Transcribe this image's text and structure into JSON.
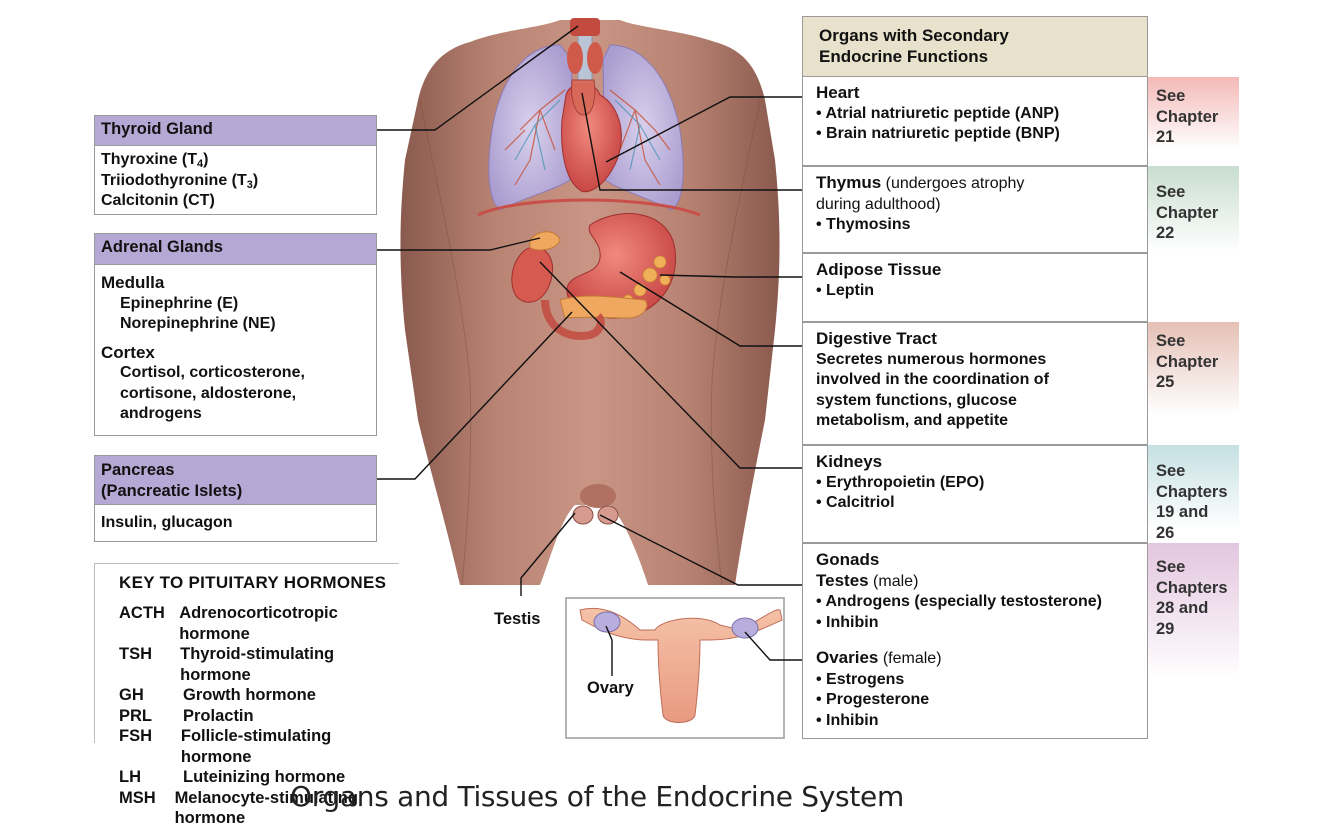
{
  "thyroid": {
    "title": "Thyroid Gland",
    "hormones": [
      {
        "name": "Thyroxine (T",
        "sub": "4",
        "end": ")"
      },
      {
        "name": "Triiodothyronine (T",
        "sub": "3",
        "end": ")"
      },
      {
        "name": "Calcitonin (CT)",
        "sub": "",
        "end": ""
      }
    ]
  },
  "adrenal": {
    "title": "Adrenal Glands",
    "medulla_label": "Medulla",
    "medulla": [
      "Epinephrine (E)",
      "Norepinephrine (NE)"
    ],
    "cortex_label": "Cortex",
    "cortex": [
      "Cortisol, corticosterone,",
      "cortisone, aldosterone,",
      "androgens"
    ]
  },
  "pancreas": {
    "title_line1": "Pancreas",
    "title_line2": "(Pancreatic Islets)",
    "hormones": "Insulin, glucagon"
  },
  "key": {
    "title": "KEY TO PITUITARY HORMONES",
    "items": [
      {
        "abbr": "ACTH",
        "name": "Adrenocorticotropic hormone"
      },
      {
        "abbr": "TSH",
        "name": "Thyroid-stimulating hormone"
      },
      {
        "abbr": "GH",
        "name": "Growth hormone"
      },
      {
        "abbr": "PRL",
        "name": "Prolactin"
      },
      {
        "abbr": "FSH",
        "name": "Follicle-stimulating hormone"
      },
      {
        "abbr": "LH",
        "name": "Luteinizing hormone"
      },
      {
        "abbr": "MSH",
        "name": "Melanocyte-stimulating hormone"
      }
    ]
  },
  "labels": {
    "testis": "Testis",
    "ovary": "Ovary"
  },
  "secondary": {
    "title_line1": "Organs with Secondary",
    "title_line2": "Endocrine Functions",
    "heart": {
      "title": "Heart",
      "items": [
        "• Atrial natriuretic peptide (ANP)",
        "• Brain natriuretic peptide (BNP)"
      ]
    },
    "thymus": {
      "title": "Thymus",
      "paren": " (undergoes atrophy",
      "paren2": "during adulthood)",
      "items": [
        "• Thymosins"
      ]
    },
    "adipose": {
      "title": "Adipose Tissue",
      "items": [
        "• Leptin"
      ]
    },
    "digestive": {
      "title": "Digestive Tract",
      "lines": [
        "Secretes numerous hormones",
        "involved in the coordination of",
        "system functions, glucose",
        "metabolism, and appetite"
      ]
    },
    "kidneys": {
      "title": "Kidneys",
      "items": [
        "• Erythropoietin (EPO)",
        "• Calcitriol"
      ]
    },
    "gonads": {
      "title": "Gonads",
      "testes": "Testes",
      "testes_paren": " (male)",
      "testes_items": [
        "• Androgens (especially testosterone)",
        "• Inhibin"
      ],
      "ovaries": "Ovaries",
      "ovaries_paren": " (female)",
      "ovaries_items": [
        "• Estrogens",
        "• Progesterone",
        "• Inhibin"
      ]
    }
  },
  "chapters": [
    {
      "l1": "See",
      "l2": "Chapter",
      "l3": "21",
      "color": "#f3b9b6"
    },
    {
      "l1": "See",
      "l2": "Chapter",
      "l3": "22",
      "color": "#c8ddcf"
    },
    {
      "l1": "See",
      "l2": "Chapter",
      "l3": "25",
      "color": "#e5c0b5"
    },
    {
      "l1": "See",
      "l2": "Chapters",
      "l3": "19 and 26",
      "color": "#c5e0e2"
    },
    {
      "l1": "See",
      "l2": "Chapters",
      "l3": "28 and 29",
      "color": "#e3c6df"
    }
  ],
  "caption": "Organs and Tissues of the Endocrine System"
}
